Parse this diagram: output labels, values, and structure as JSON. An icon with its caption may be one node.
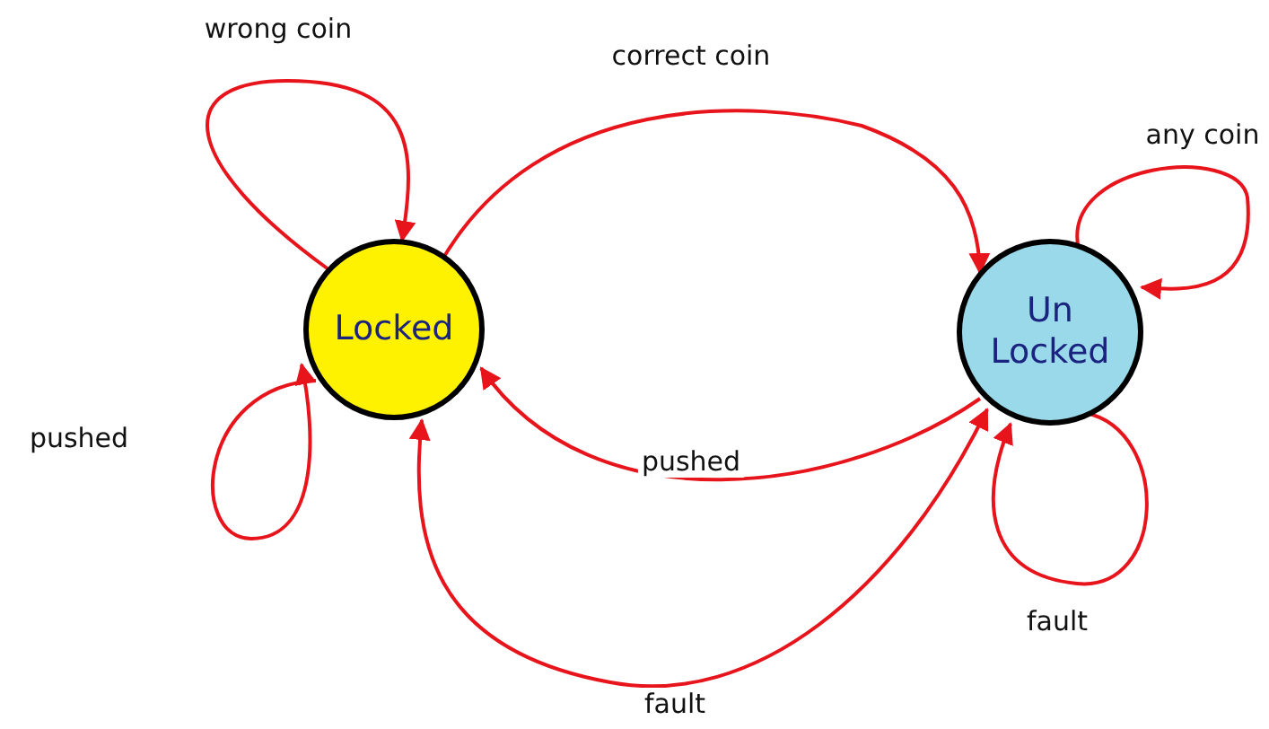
{
  "diagram": {
    "nodes": [
      {
        "text": [
          "Locked"
        ]
      },
      {
        "text": [
          "Un Locked"
        ]
      }
    ],
    "edges": [
      {
        "from": 0,
        "to": 0,
        "arrow": "to",
        "label": "wrong coin"
      },
      {
        "from": 0,
        "to": 0,
        "arrow": "to",
        "label": "pushed"
      },
      {
        "from": 0,
        "to": 1,
        "arrow": "to",
        "label": "correct coin"
      },
      {
        "from": 1,
        "to": 0,
        "arrow": "to",
        "label": "pushed"
      },
      {
        "from": 1,
        "to": 0,
        "arrow": "both",
        "label": "fault"
      },
      {
        "from": 1,
        "to": 1,
        "arrow": "to",
        "label": "any coin"
      },
      {
        "from": 1,
        "to": 1,
        "arrow": "to",
        "label": "fault"
      }
    ]
  }
}
